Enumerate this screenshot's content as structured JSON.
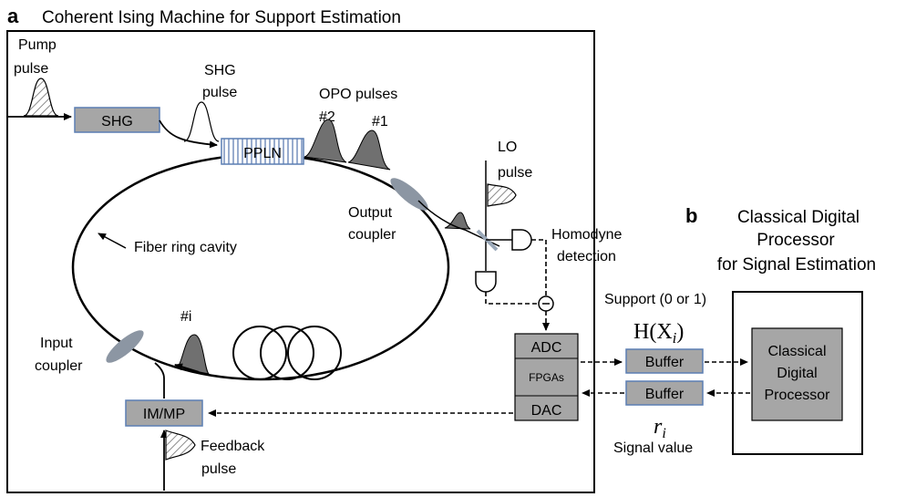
{
  "panel_a": {
    "letter": "a",
    "title": "Coherent Ising Machine for Support Estimation",
    "pump_line1": "Pump",
    "pump_line2": "pulse",
    "shg_pulse_line1": "SHG",
    "shg_pulse_line2": "pulse",
    "shg_box": "SHG",
    "pplns_box": "PPLN",
    "opo_pulses": "OPO pulses",
    "pulse2": "#2",
    "pulse1": "#1",
    "lo_line1": "LO",
    "lo_line2": "pulse",
    "output_line1": "Output",
    "output_line2": "coupler",
    "homodyne_line1": "Homodyne",
    "homodyne_line2": "detection",
    "fiber_ring": "Fiber ring cavity",
    "pulse_i": "#i",
    "input_line1": "Input",
    "input_line2": "coupler",
    "immp_box": "IM/MP",
    "feedback_line1": "Feedback",
    "feedback_line2": "pulse",
    "adc": "ADC",
    "fpgas": "FPGAs",
    "dac": "DAC"
  },
  "panel_b": {
    "letter": "b",
    "title_line1": "Classical Digital",
    "title_line2": "Processor",
    "title_line3": "for Signal Estimation",
    "support_label": "Support (0 or 1)",
    "hx": "H(X",
    "hx_sub": "i",
    "hx_close": ")",
    "buffer_top": "Buffer",
    "buffer_bottom": "Buffer",
    "r": "r",
    "r_sub": "i",
    "signal_value": "Signal value",
    "cdp_line1": "Classical",
    "cdp_line2": "Digital",
    "cdp_line3": "Processor"
  },
  "colors": {
    "box_fill": "#a6a6a6",
    "box_border": "#5b7fb3",
    "pulse_fill": "#707070",
    "coupler_fill": "#8c96a3"
  }
}
